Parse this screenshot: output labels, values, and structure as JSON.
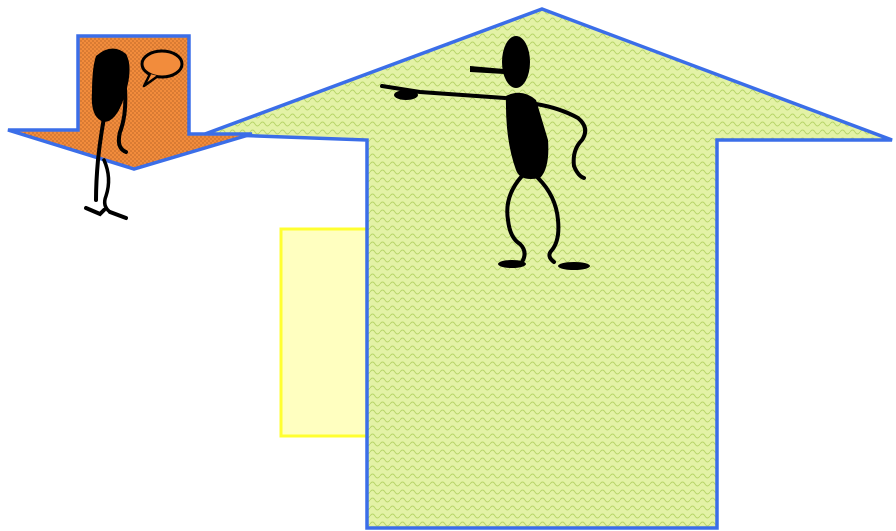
{
  "colors": {
    "background": "#ffffff",
    "outline_blue": "#3b6ee8",
    "up_arrow_fill": "#e3f2a6",
    "down_arrow_fill": "#f28c3c",
    "yellow_box_fill": "#ffffc0",
    "yellow_box_border": "#ffff30",
    "figure_black": "#000000"
  },
  "shapes": {
    "up_arrow": "block-arrow-up",
    "down_arrow": "block-arrow-down",
    "yellow_box": "rectangle"
  },
  "figures": {
    "pointing_figure": "stick-figure-pointing",
    "sad_figure": "stick-figure-sad-with-speech-bubble"
  }
}
